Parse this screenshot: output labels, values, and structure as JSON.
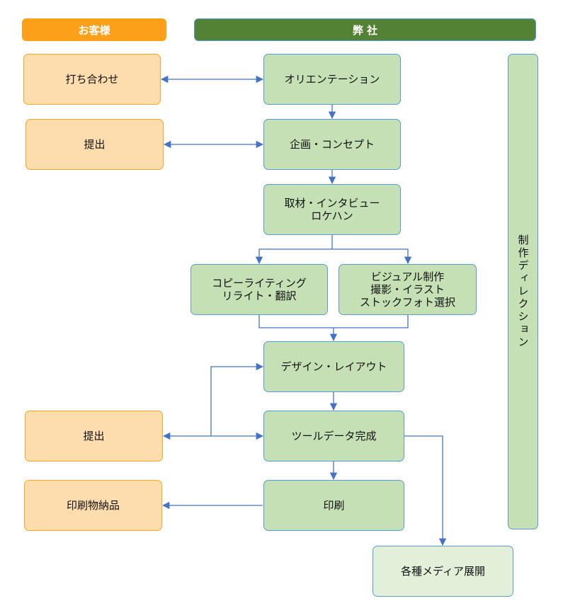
{
  "headers": {
    "customer": "お客様",
    "company": "弊 社"
  },
  "colors": {
    "customer_header": "#fca01a",
    "company_header": "#548235",
    "customer_box": "#fddcae",
    "company_box": "#c5e0b4",
    "media_box": "#e2f0d9",
    "connector": "#4472c4"
  },
  "customer_steps": [
    {
      "label": "打ち合わせ"
    },
    {
      "label": "提出"
    },
    {
      "label": "提出"
    },
    {
      "label": "印刷物納品"
    }
  ],
  "company_steps": [
    {
      "label": "オリエンテーション"
    },
    {
      "label": "企画・コンセプト"
    },
    {
      "label": "取材・インタビュー\nロケハン"
    },
    {
      "label": "コピーライティング\nリライト・翻訳"
    },
    {
      "label": "ビジュアル制作\n撮影・イラスト\nストックフォト選択"
    },
    {
      "label": "デザイン・レイアウト"
    },
    {
      "label": "ツールデータ完成"
    },
    {
      "label": "印刷"
    },
    {
      "label": "各種メディア展開"
    }
  ],
  "direction_bar": {
    "label": "制作ディレクション"
  }
}
